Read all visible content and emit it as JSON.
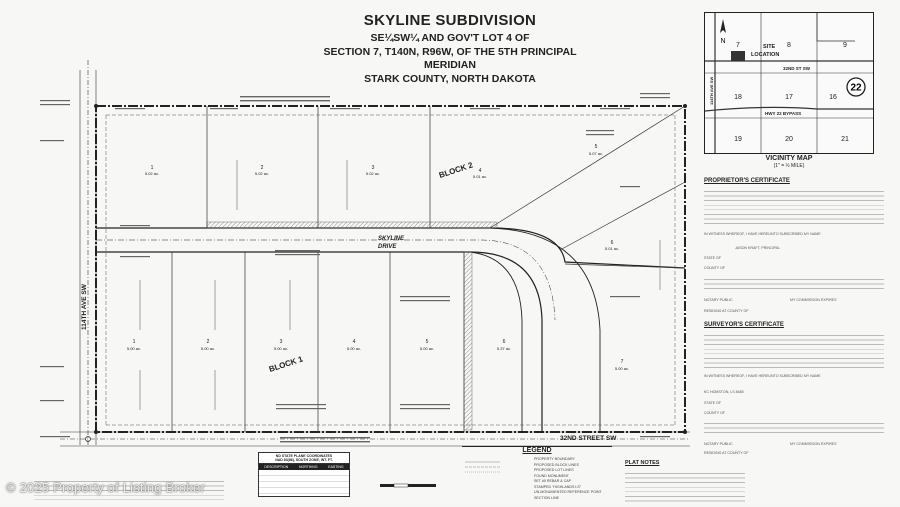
{
  "title": {
    "main": "SKYLINE SUBDIVISION",
    "line1": "SE¼SW¼ AND GOV'T LOT 4 OF",
    "line2": "SECTION 7, T140N, R96W, OF THE 5TH PRINCIPAL MERIDIAN",
    "line3": "STARK COUNTY, NORTH DAKOTA"
  },
  "vicinity_map": {
    "label": "VICINITY MAP",
    "scale": "(1\" = ½ MILE)",
    "site_label": "SITE",
    "location_label": "LOCATION",
    "street_top": "32ND ST SW",
    "street_left": "114TH AVE SW",
    "highway": "HWY 22 BYPASS",
    "route_number": "22",
    "north": "N",
    "sections": [
      "7",
      "8",
      "9",
      "18",
      "17",
      "16",
      "19",
      "20",
      "21"
    ]
  },
  "plat": {
    "block1": "BLOCK 1",
    "block2": "BLOCK 2",
    "drive": "SKYLINE",
    "drive2": "DRIVE",
    "street_bottom": "32ND STREET SW",
    "street_left": "114TH AVE SW",
    "block2_lots": [
      {
        "num": "1",
        "area": "5.02 ac."
      },
      {
        "num": "2",
        "area": "5.02 ac."
      },
      {
        "num": "3",
        "area": "5.02 ac."
      },
      {
        "num": "4",
        "area": "5.01 ac."
      },
      {
        "num": "5",
        "area": "5.07 ac."
      },
      {
        "num": "6",
        "area": "5.01 ac."
      }
    ],
    "block1_lots": [
      {
        "num": "1",
        "area": "5.00 ac."
      },
      {
        "num": "2",
        "area": "5.00 ac."
      },
      {
        "num": "3",
        "area": "5.00 ac."
      },
      {
        "num": "4",
        "area": "5.00 ac."
      },
      {
        "num": "5",
        "area": "5.00 ac."
      },
      {
        "num": "6",
        "area": "5.37 ac."
      },
      {
        "num": "7",
        "area": "5.00 ac."
      }
    ]
  },
  "certificates": {
    "proprietor": "PROPRIETOR'S CERTIFICATE",
    "surveyor": "SURVEYOR'S CERTIFICATE",
    "plat_notes": "PLAT NOTES",
    "witness": "IN WITNESS WHEREOF, I HAVE HEREUNTO SUBSCRIBED MY NAME",
    "owner_line": "JASON KRAFT, PRINCIPAL",
    "surveyor_name": "KC HOMSTON, LS 8485",
    "state_line": "STATE OF",
    "county_line": "COUNTY OF",
    "notary": "NOTARY PUBLIC",
    "commission": "MY COMMISSION EXPIRES",
    "residing": "RESIDING AT COUNTY OF"
  },
  "legend": {
    "heading": "LEGEND",
    "items": [
      "PROPERTY BOUNDARY",
      "PROPOSED BLOCK LINES",
      "PROPOSED LOT LINES",
      "FOUND MONUMENT",
      "SET #5 REBAR & CAP",
      "STAMPED \"HIGHLANDS LS\"",
      "UN-MONUMENTED REFERENCE POINT",
      "SECTION LINE"
    ]
  },
  "coord_table": {
    "heading": "ND STATE PLANE COORDINATES",
    "sub": "NAD 83(86), SOUTH ZONE, INT. FT.",
    "cols": [
      "DESCRIPTION",
      "NORTHING",
      "EASTING"
    ]
  },
  "watermark": "© 2025 Property of Listing Broker",
  "colors": {
    "line": "#222222",
    "hatch": "#888888",
    "paper": "#f7f7f5"
  }
}
